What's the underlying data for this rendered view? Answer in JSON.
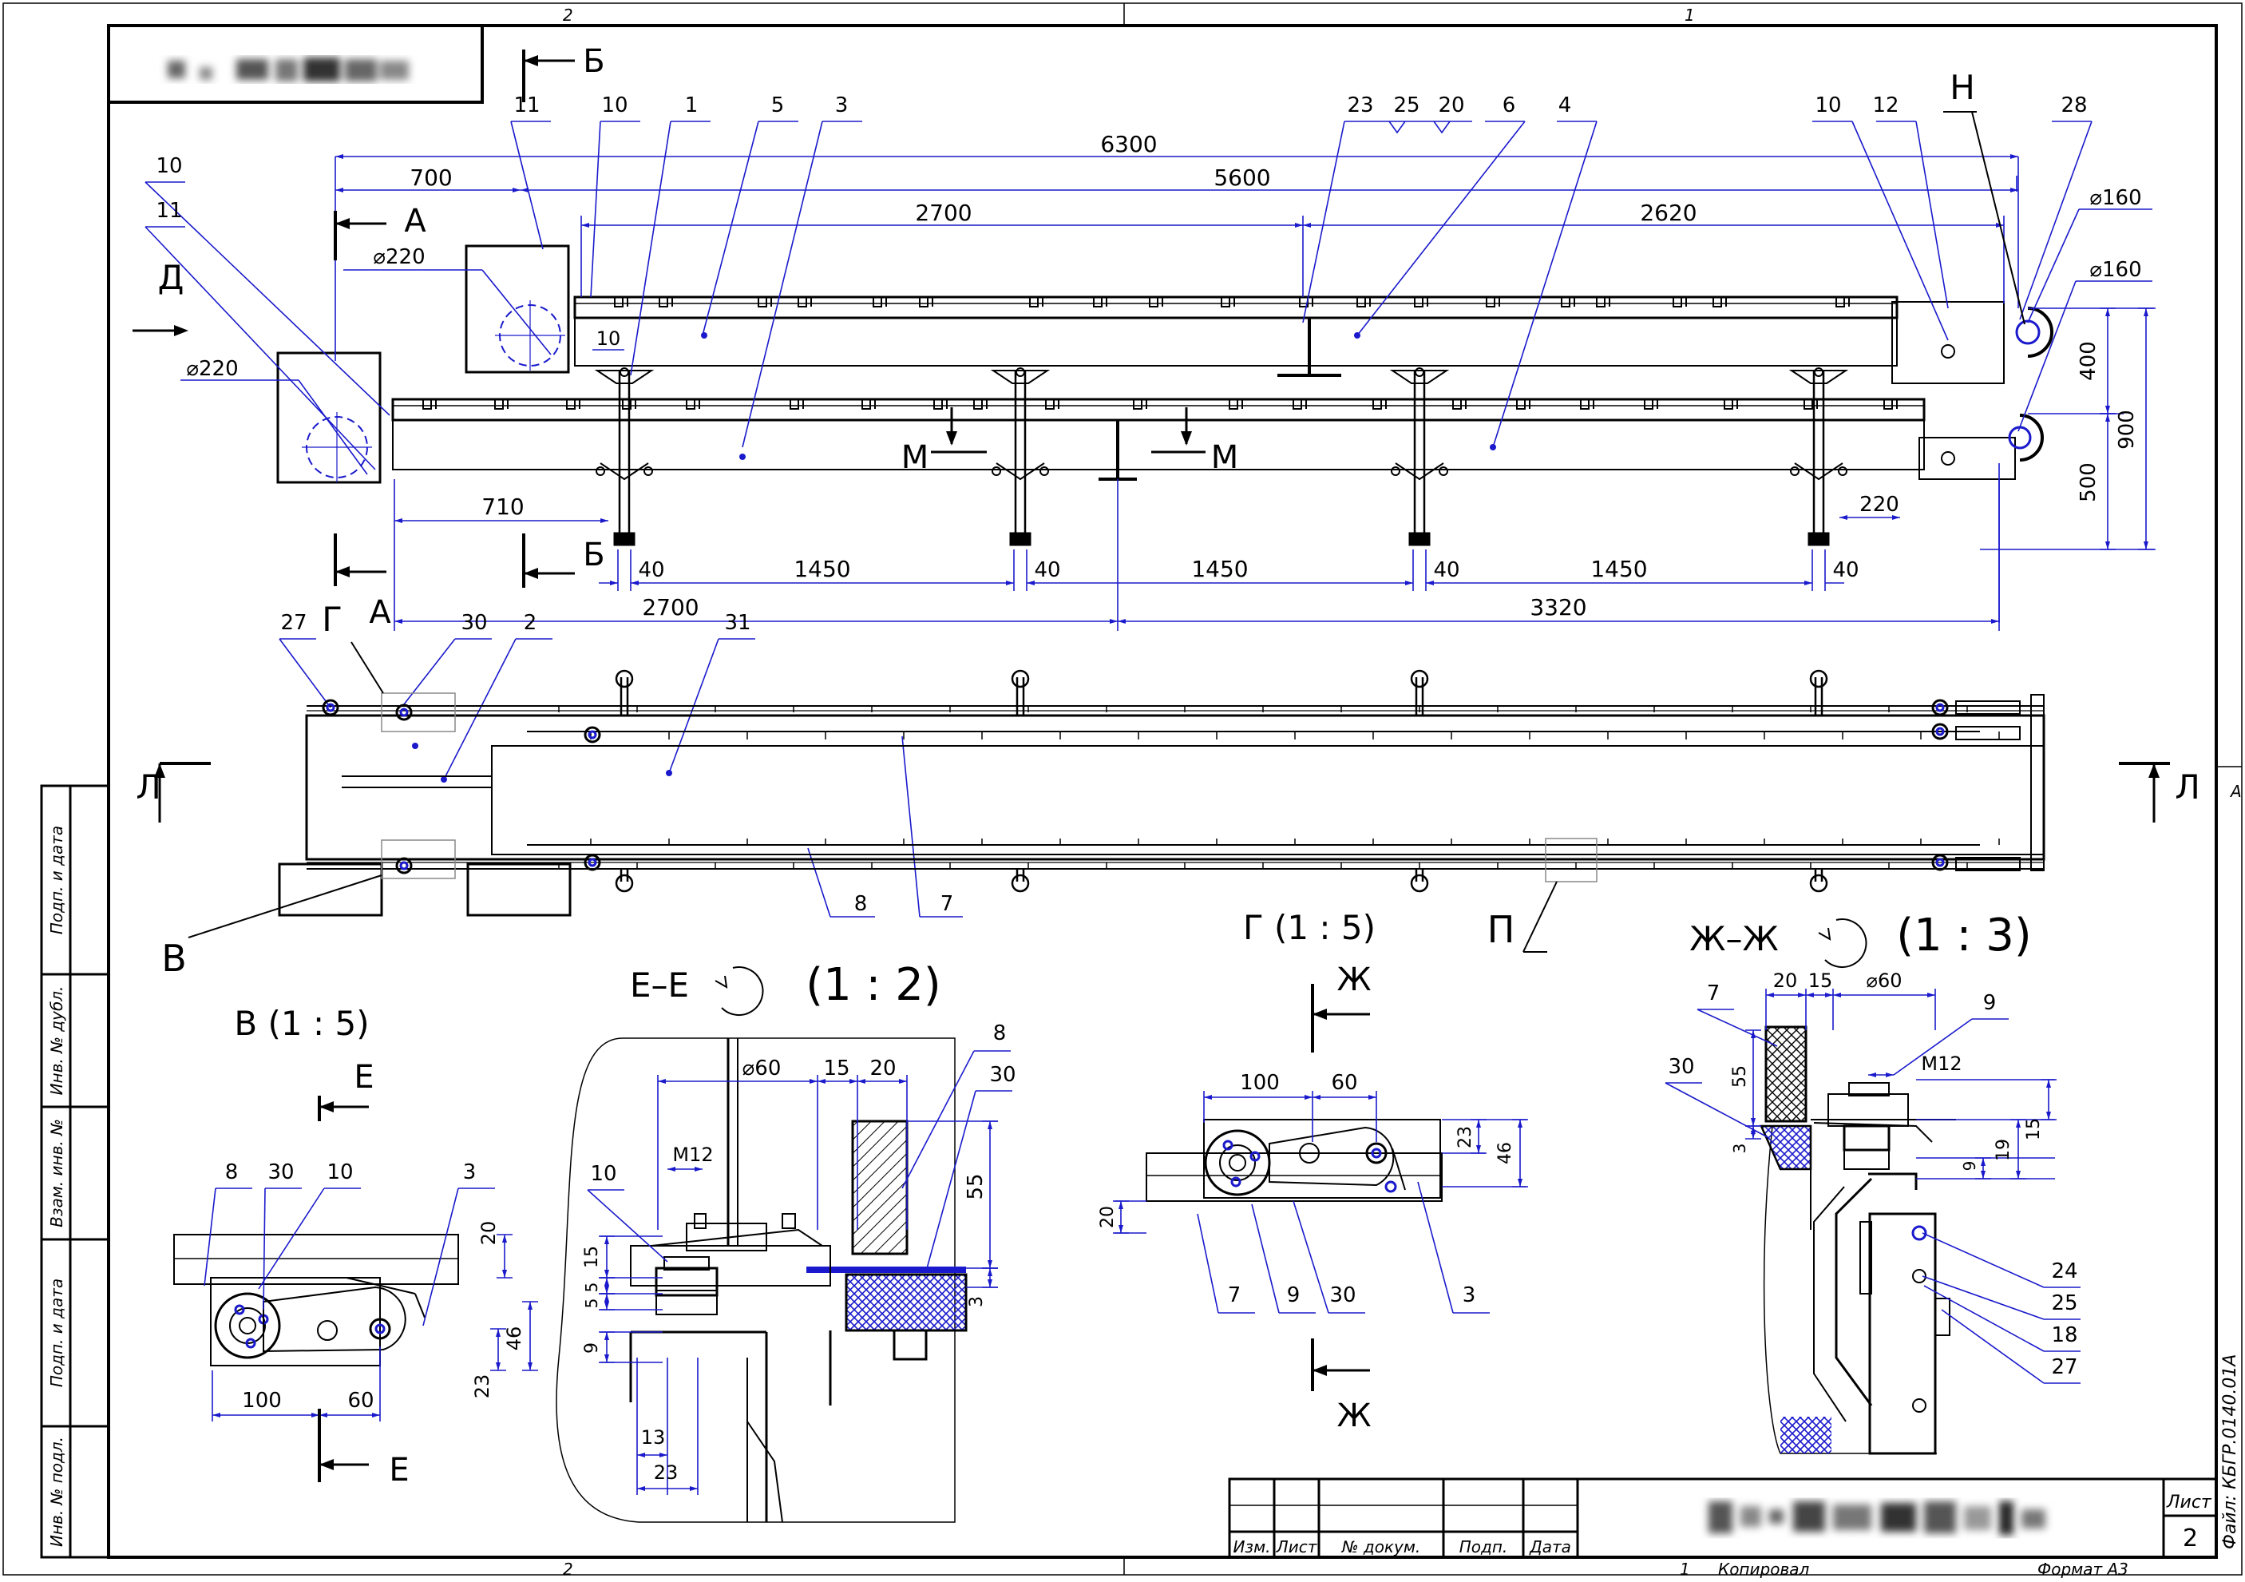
{
  "sheet": {
    "zone_top_left": "2",
    "zone_top_right": "1",
    "zone_bottom_left": "2",
    "zone_bottom_right": "1",
    "zone_right": "A",
    "side_file_label": "Файл: КБГР.0140.01А",
    "side_columns": [
      "Подп. и дата",
      "Инв. № дубл.",
      "Взам. инв. №",
      "Подп. и дата",
      "Инв. № подл."
    ]
  },
  "title_block": {
    "columns": [
      "Изм.",
      "Лист",
      "№ докум.",
      "Подп.",
      "Дата"
    ],
    "sheet_label": "Лист",
    "sheet_number": "2",
    "copied_label": "Копировал",
    "copied_index": "1",
    "format_label": "Формат A3"
  },
  "main_view": {
    "dims": {
      "d6300": "6300",
      "d700": "700",
      "d5600": "5600",
      "d2700_top": "2700",
      "d2620": "2620",
      "d710": "710",
      "d40": "40",
      "d1450": "1450",
      "d2700_bot": "2700",
      "d3320": "3320",
      "d220": "220",
      "d400": "400",
      "d500": "500",
      "d900": "900",
      "dia220": "⌀220",
      "dia160": "⌀160"
    },
    "leaders": {
      "n11a": "11",
      "n10a": "10",
      "n1": "1",
      "n5": "5",
      "n3": "3",
      "n23": "23",
      "n25": "25",
      "n20": "20",
      "n6": "6",
      "n4": "4",
      "n10b": "10",
      "n12": "12",
      "n28": "28",
      "n10c": "10",
      "n11b": "11",
      "n10d": "10"
    },
    "sections": {
      "B": "Б",
      "A": "А",
      "D": "Д",
      "M": "М",
      "N": "Н"
    }
  },
  "plan_view": {
    "leaders": {
      "n27": "27",
      "n30": "30",
      "n2": "2",
      "n31": "31",
      "n8": "8",
      "n7": "7"
    },
    "sections": {
      "G": "Г",
      "L": "Л",
      "V": "В",
      "P": "П"
    }
  },
  "detail_v": {
    "title": "В (1 : 5)",
    "section": "Е",
    "leaders": {
      "n8": "8",
      "n30": "30",
      "n10": "10",
      "n3": "3"
    },
    "dims": {
      "d20": "20",
      "d46": "46",
      "d23": "23",
      "d100": "100",
      "d60": "60"
    }
  },
  "detail_e": {
    "title": "Е–Е",
    "scale": "(1 : 2)",
    "leaders": {
      "n8": "8",
      "n30": "30",
      "n10": "10"
    },
    "dims": {
      "dia60": "⌀60",
      "d15": "15",
      "d20": "20",
      "m12": "M12",
      "d55": "55",
      "d15v": "15",
      "d5a": "5",
      "d5b": "5",
      "d9": "9",
      "d3": "3",
      "d13": "13",
      "d23": "23"
    }
  },
  "detail_g": {
    "title": "Г (1 : 5)",
    "section": "Ж",
    "leaders": {
      "n7": "7",
      "n9": "9",
      "n30": "30",
      "n3": "3"
    },
    "dims": {
      "d100": "100",
      "d60": "60",
      "d23": "23",
      "d46": "46",
      "d20": "20"
    }
  },
  "detail_zh": {
    "title": "Ж–Ж",
    "scale": "(1 : 3)",
    "leaders": {
      "n7": "7",
      "n9": "9",
      "n30": "30",
      "n24": "24",
      "n25": "25",
      "n18": "18",
      "n27": "27"
    },
    "dims": {
      "d20": "20",
      "d15": "15",
      "dia60": "⌀60",
      "m12": "M12",
      "d55": "55",
      "d3": "3",
      "d19": "19",
      "d15v": "15",
      "d9": "9"
    }
  },
  "colors": {
    "dimension": "#1a1acc",
    "line": "#000000",
    "section": "#1a1acc"
  }
}
